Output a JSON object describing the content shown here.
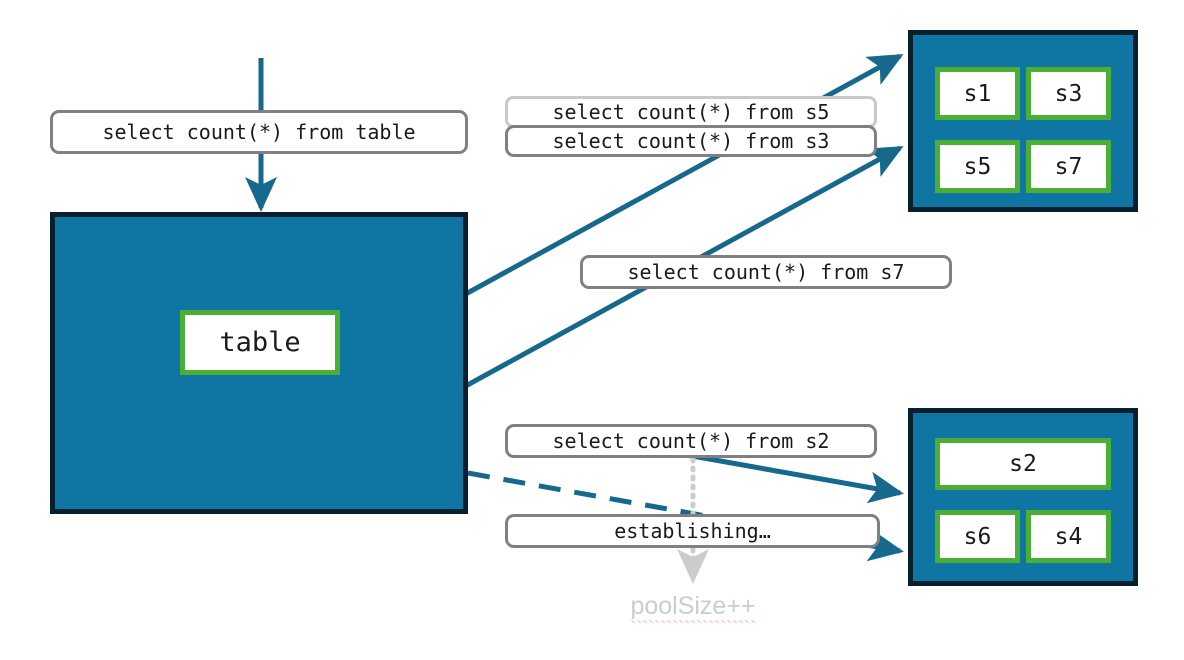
{
  "colors": {
    "pool_fill": "#0f76a3",
    "pool_border": "#0a1f2e",
    "node_border": "#4caf35",
    "node_fill": "#ffffff",
    "arrow": "#16688c",
    "label_border": "#808080",
    "label_border_muted": "#c9c9c9",
    "annotation_text": "#cccccc",
    "spellcheck_underline": "#e8443a"
  },
  "table_pool": {
    "node_label": "table"
  },
  "server_pool_top": {
    "nodes": [
      {
        "label": "s1"
      },
      {
        "label": "s3"
      },
      {
        "label": "s5"
      },
      {
        "label": "s7"
      }
    ]
  },
  "server_pool_bottom": {
    "nodes": [
      {
        "label": "s2"
      },
      {
        "label": "s6"
      },
      {
        "label": "s4"
      }
    ]
  },
  "labels": {
    "from_table": "select count(*) from table",
    "from_s5": "select count(*) from s5",
    "from_s3": "select count(*) from s3",
    "from_s7": "select count(*) from s7",
    "from_s2": "select count(*) from s2",
    "establishing": "establishing…"
  },
  "annotations": {
    "pool_size": "poolSize++"
  }
}
